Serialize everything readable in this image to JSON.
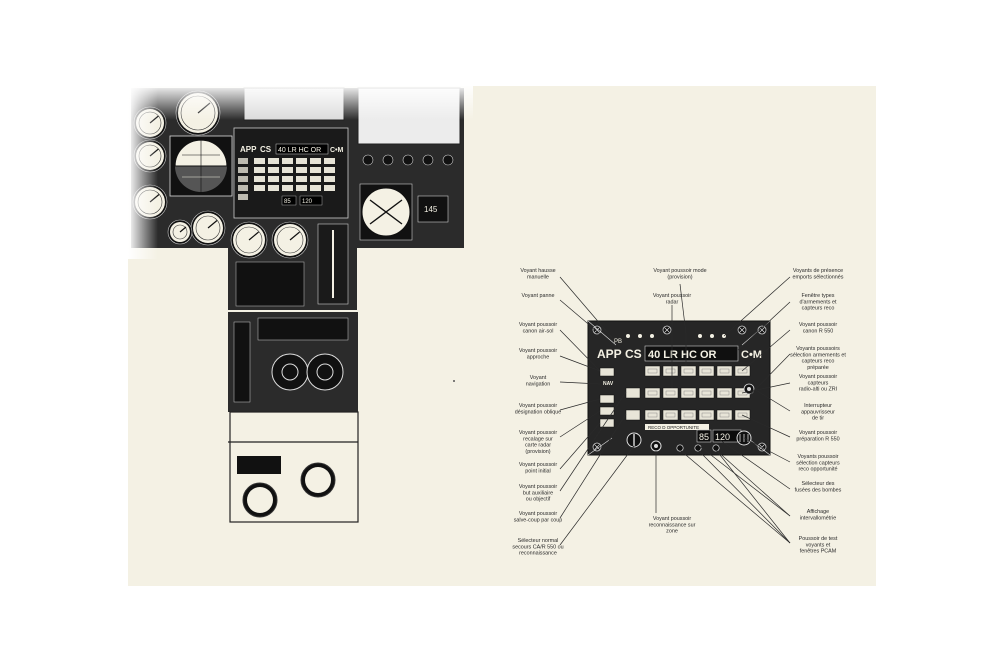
{
  "colors": {
    "paper": "#f4f1e4",
    "ink": "#1c1c1c",
    "panel": "#262626",
    "grey": "#8a8a8a"
  },
  "panel": {
    "left_code": "APP",
    "cs": "CS",
    "readout": "40 LR HC OR",
    "right_code": "C•M",
    "nav_code": "NAV",
    "box1": "RECO D OPPORTUNITE",
    "digits_left": "85",
    "digits_right": "120",
    "top_tag": "PB"
  },
  "cockpit": {
    "left_code": "APP",
    "cs": "CS",
    "readout": "40 LR HC OR",
    "right_code": "C•M",
    "digits_left": "85",
    "digits_right": "120",
    "small_readout": "145"
  },
  "labels_left": [
    {
      "lines": [
        "Voyant hausse",
        "manuelle"
      ]
    },
    {
      "lines": [
        "Voyant panne"
      ]
    },
    {
      "lines": [
        "Voyant poussoir",
        "canon air-sol"
      ]
    },
    {
      "lines": [
        "Voyant poussoir",
        "approche"
      ]
    },
    {
      "lines": [
        "Voyant",
        "navigation"
      ]
    },
    {
      "lines": [
        "Voyant poussoir",
        "désignation oblique"
      ]
    },
    {
      "lines": [
        "Voyant poussoir",
        "recalage sur",
        "carte radar",
        "(provision)"
      ]
    },
    {
      "lines": [
        "Voyant poussoir",
        "point initial"
      ]
    },
    {
      "lines": [
        "Voyant poussoir",
        "but auxiliaire",
        "ou objectif"
      ]
    },
    {
      "lines": [
        "Voyant poussoir",
        "salve-coup par coup"
      ]
    },
    {
      "lines": [
        "Sélecteur normal",
        "secours CA/R 550 ou",
        "reconnaissance"
      ]
    }
  ],
  "labels_top": [
    {
      "lines": [
        "Voyant poussoir mode",
        "(provision)"
      ]
    },
    {
      "lines": [
        "Voyant poussoir",
        "radar"
      ]
    }
  ],
  "labels_right": [
    {
      "lines": [
        "Voyants de présence",
        "emports sélectionnés"
      ]
    },
    {
      "lines": [
        "Fenêtre types",
        "d'armements et",
        "capteurs reco"
      ]
    },
    {
      "lines": [
        "Voyant poussoir",
        "canon R 550"
      ]
    },
    {
      "lines": [
        "Voyants poussoirs",
        "sélection armements et",
        "capteurs reco",
        "préparée"
      ]
    },
    {
      "lines": [
        "Voyant poussoir",
        "capteurs",
        "radio-alti ou ZRI"
      ]
    },
    {
      "lines": [
        "Interrupteur",
        "appauvrisseur",
        "de tir"
      ]
    },
    {
      "lines": [
        "Voyant poussoir",
        "préparation R 550"
      ]
    },
    {
      "lines": [
        "Voyants poussoir",
        "sélection capteurs",
        "reco opportunité"
      ]
    },
    {
      "lines": [
        "Sélecteur des",
        "fusées des bombes"
      ]
    },
    {
      "lines": [
        "Affichage",
        "intervallométrie"
      ]
    },
    {
      "lines": [
        "Poussoir de test",
        "voyants et",
        "fenêtres PCAM"
      ]
    }
  ],
  "labels_bottom": [
    {
      "lines": [
        "Voyant poussoir",
        "reconnaissance sur",
        "zone"
      ]
    }
  ]
}
